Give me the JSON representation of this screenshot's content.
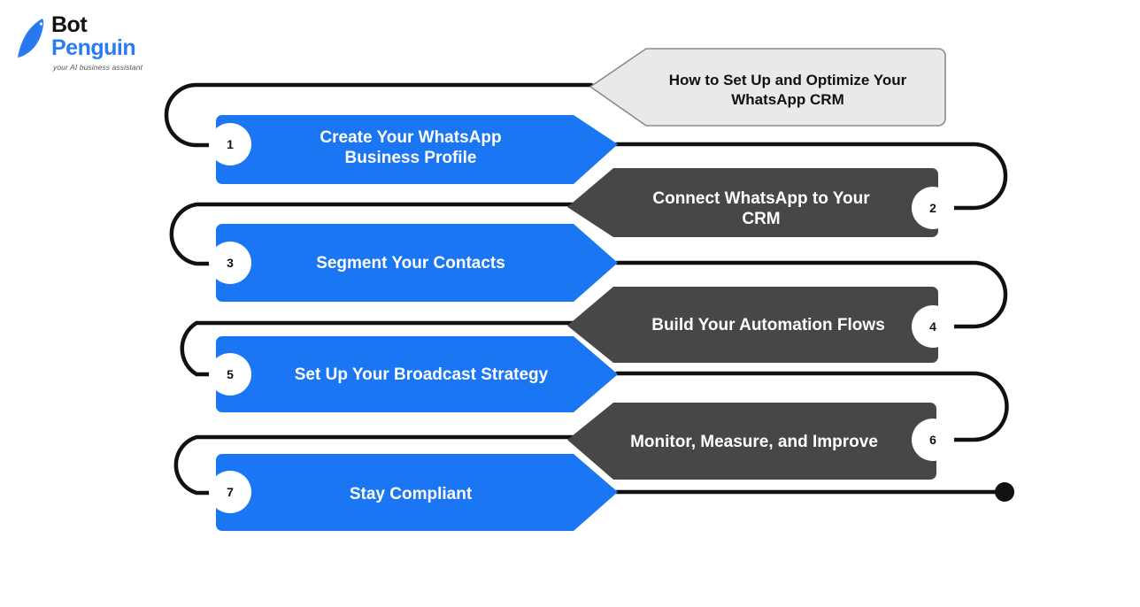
{
  "brand": {
    "name_part1": "Bot",
    "name_part2": "Penguin",
    "tagline": "your AI business assistant",
    "logo_icon": "penguin-icon",
    "accent_color": "#2b7cf4",
    "text_color": "#111111"
  },
  "header": {
    "title_line1": "How to Set Up and Optimize Your",
    "title_line2": "WhatsApp CRM",
    "background_color": "#E9E9E9",
    "border_color": "#999999",
    "text_color": "#111111"
  },
  "colors": {
    "blue": "#1a76f2",
    "dark_gray": "#474747",
    "line": "#111111",
    "circle_fill": "#ffffff",
    "page_background": "#ffffff"
  },
  "flow": {
    "steps": [
      {
        "number": "1",
        "label_line1": "Create Your WhatsApp",
        "label_line2": "Business Profile",
        "side": "left",
        "color": "#1a76f2",
        "direction": "right"
      },
      {
        "number": "2",
        "label_line1": "Connect WhatsApp to Your",
        "label_line2": "CRM",
        "side": "right",
        "color": "#474747",
        "direction": "left"
      },
      {
        "number": "3",
        "label_line1": "Segment Your Contacts",
        "label_line2": "",
        "side": "left",
        "color": "#1a76f2",
        "direction": "right"
      },
      {
        "number": "4",
        "label_line1": "Build Your Automation Flows",
        "label_line2": "",
        "side": "right",
        "color": "#474747",
        "direction": "left"
      },
      {
        "number": "5",
        "label_line1": "Set Up Your Broadcast Strategy",
        "label_line2": "",
        "side": "left",
        "color": "#1a76f2",
        "direction": "right"
      },
      {
        "number": "6",
        "label_line1": "Monitor, Measure, and Improve",
        "label_line2": "",
        "side": "right",
        "color": "#474747",
        "direction": "left"
      },
      {
        "number": "7",
        "label_line1": "Stay Compliant",
        "label_line2": "",
        "side": "left",
        "color": "#1a76f2",
        "direction": "right"
      }
    ],
    "endpoint_marker": "end-dot"
  }
}
